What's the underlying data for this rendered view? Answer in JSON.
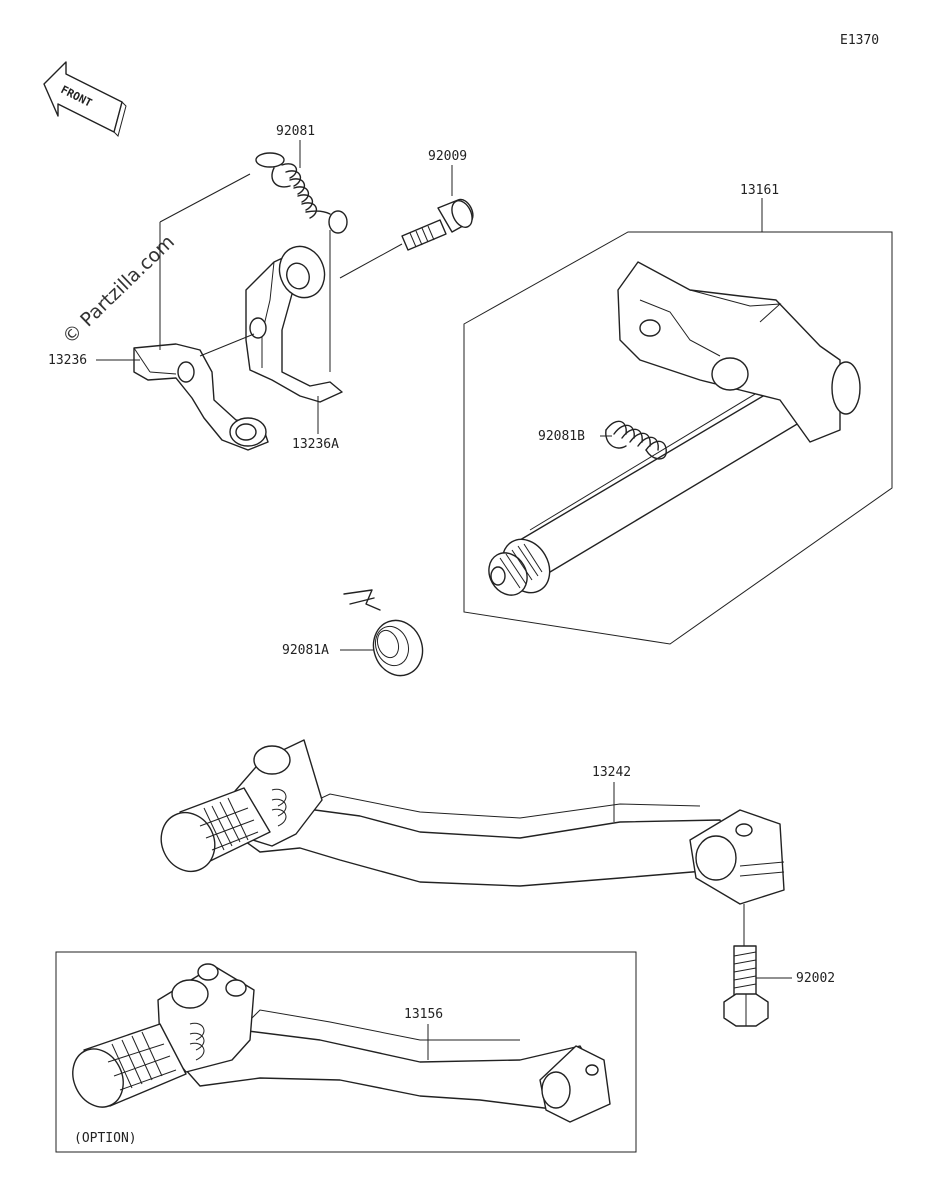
{
  "diagram_code": "E1370",
  "front_label": "FRONT",
  "watermark": "© Partzilla.com",
  "option_label": "(OPTION)",
  "parts": {
    "p92081": "92081",
    "p92009": "92009",
    "p13161": "13161",
    "p13236": "13236",
    "p13236a": "13236A",
    "p92081b": "92081B",
    "p92081a": "92081A",
    "p13242": "13242",
    "p92002": "92002",
    "p13156": "13156"
  }
}
